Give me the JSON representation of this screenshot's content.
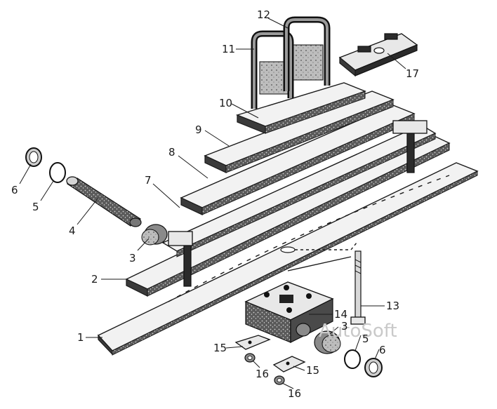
{
  "watermark": "AutoSoft",
  "callouts": [
    {
      "id": "c1",
      "text": "1"
    },
    {
      "id": "c2",
      "text": "2"
    },
    {
      "id": "c3a",
      "text": "3"
    },
    {
      "id": "c3b",
      "text": "3"
    },
    {
      "id": "c4",
      "text": "4"
    },
    {
      "id": "c5a",
      "text": "5"
    },
    {
      "id": "c5b",
      "text": "5"
    },
    {
      "id": "c6a",
      "text": "6"
    },
    {
      "id": "c6b",
      "text": "6"
    },
    {
      "id": "c7",
      "text": "7"
    },
    {
      "id": "c8",
      "text": "8"
    },
    {
      "id": "c9",
      "text": "9"
    },
    {
      "id": "c10",
      "text": "10"
    },
    {
      "id": "c11",
      "text": "11"
    },
    {
      "id": "c12",
      "text": "12"
    },
    {
      "id": "c13",
      "text": "13"
    },
    {
      "id": "c14",
      "text": "14"
    },
    {
      "id": "c15a",
      "text": "15"
    },
    {
      "id": "c15b",
      "text": "15"
    },
    {
      "id": "c16a",
      "text": "16"
    },
    {
      "id": "c16b",
      "text": "16"
    },
    {
      "id": "c17",
      "text": "17"
    }
  ]
}
